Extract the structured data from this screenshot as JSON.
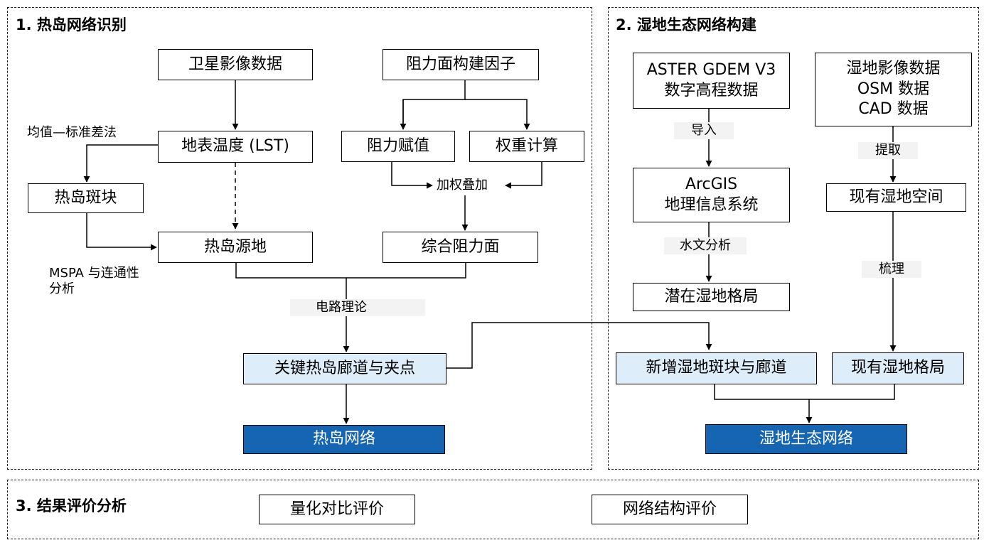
{
  "sections": {
    "s1_title": "1. 热岛网络识别",
    "s2_title": "2. 湿地生态网络构建",
    "s3_title": "3. 结果评价分析"
  },
  "nodes": {
    "satellite": "卫星影像数据",
    "resistance_factors": "阻力面构建因子",
    "lst": "地表温度 (LST)",
    "resistance_value": "阻力赋值",
    "weight_calc": "权重计算",
    "heat_patch": "热岛斑块",
    "heat_source": "热岛源地",
    "composite_resistance": "综合阻力面",
    "key_corridor": "关键热岛廊道与夹点",
    "heat_network": "热岛网络",
    "aster_line1": "ASTER GDEM V3",
    "aster_line2": "数字高程数据",
    "wetland_data_line1": "湿地影像数据",
    "wetland_data_line2": "OSM 数据",
    "wetland_data_line3": "CAD 数据",
    "arcgis_line1": "ArcGIS",
    "arcgis_line2": "地理信息系统",
    "existing_space": "现有湿地空间",
    "potential_pattern": "潜在湿地格局",
    "new_patch_corridor": "新增湿地斑块与廊道",
    "existing_pattern": "现有湿地格局",
    "wetland_network": "湿地生态网络",
    "quant_eval": "量化对比评价",
    "network_eval": "网络结构评价"
  },
  "edge_labels": {
    "mean_std": "均值—标准差法",
    "weighted_overlay": "加权叠加",
    "mspa_line1": "MSPA 与连通性",
    "mspa_line2": "分析",
    "circuit_theory": "电路理论",
    "import": "导入",
    "extract": "提取",
    "hydrology": "水文分析",
    "sort_out": "梳理"
  },
  "colors": {
    "light_fill": "#ddeefa",
    "dark_fill": "#1565b3",
    "dark_text": "#ffffff"
  }
}
